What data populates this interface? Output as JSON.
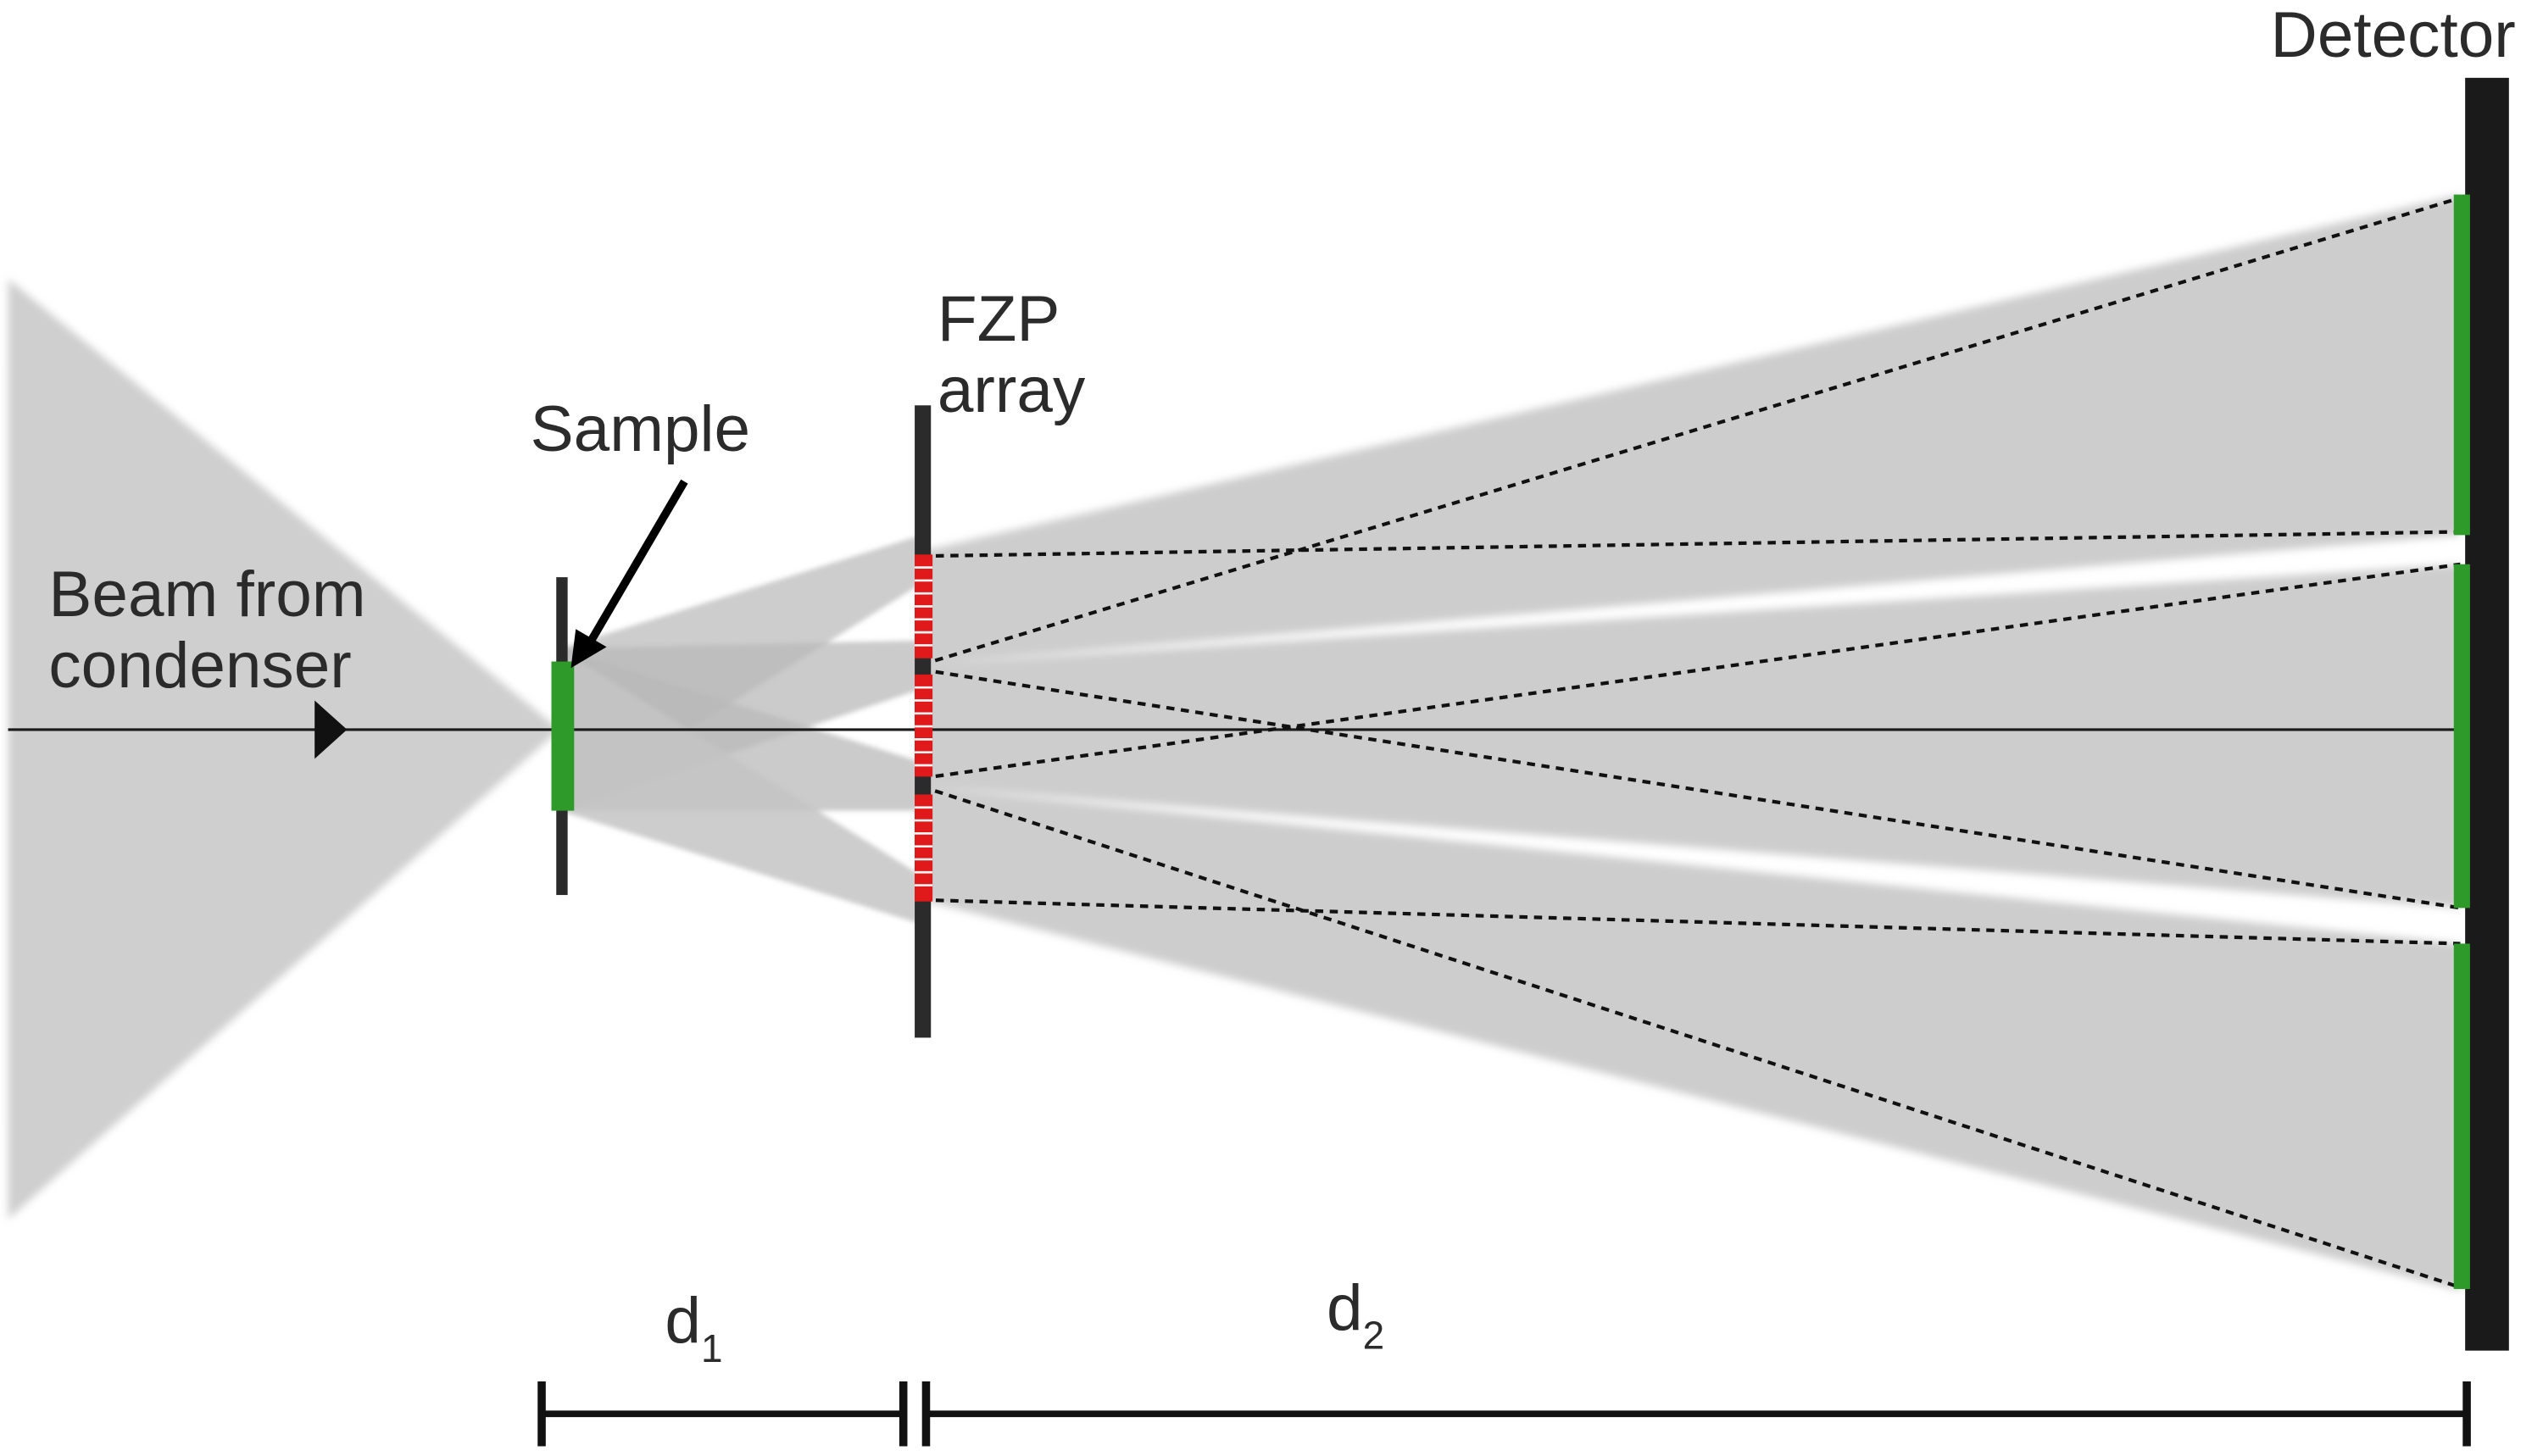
{
  "labels": {
    "beam_line1": "Beam from",
    "beam_line2": "condenser",
    "sample": "Sample",
    "fzp_line1": "FZP",
    "fzp_line2": "array",
    "detector": "Detector",
    "d1_base": "d",
    "d1_sub": "1",
    "d2_base": "d",
    "d2_sub": "2"
  },
  "colors": {
    "beam": "#d3d3d3",
    "sample": "#2e9a2a",
    "fzp_zones": "#e01a1a",
    "stops": "#2b2b2b",
    "detector": "#1a1a1a",
    "detector_images": "#2e9a2a"
  },
  "icons": {
    "beam_direction": "arrowhead-right-icon"
  }
}
